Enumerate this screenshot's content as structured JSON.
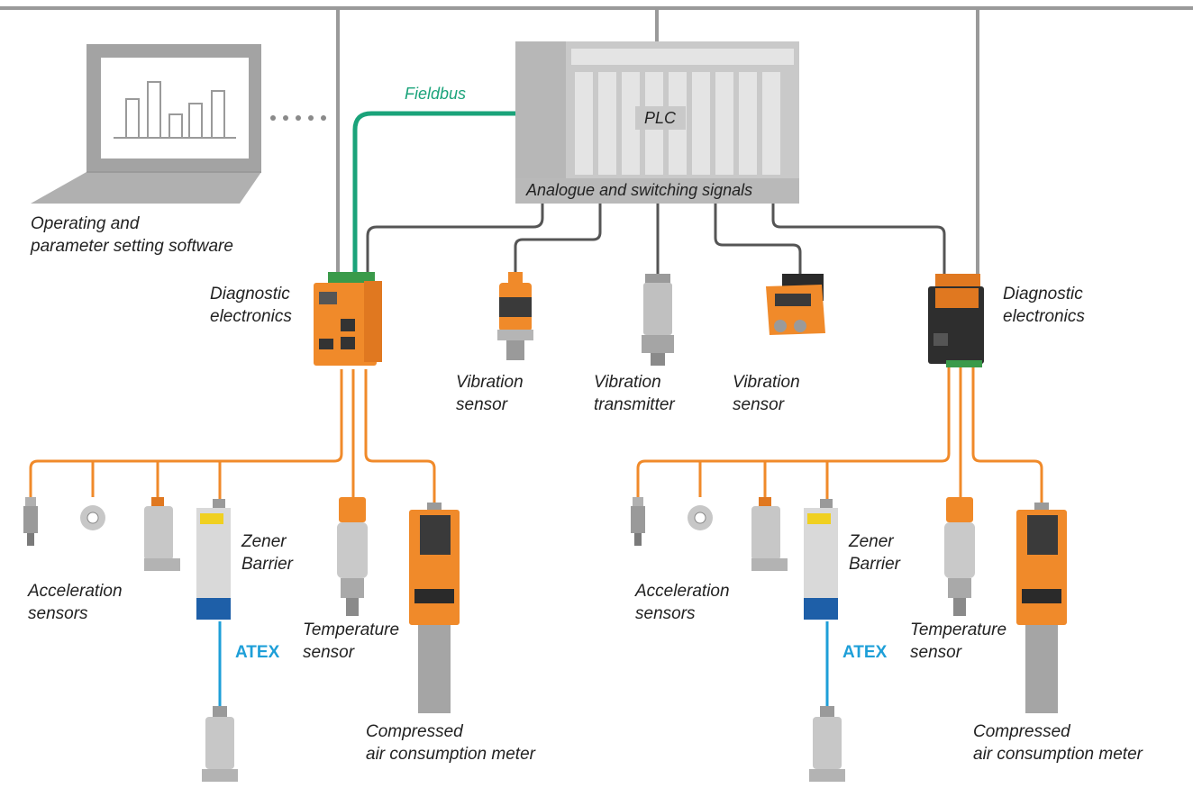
{
  "labels": {
    "fieldbus": "Fieldbus",
    "plc": "PLC",
    "analogue_signals": "Analogue and switching signals",
    "software_line1": "Operating and",
    "software_line2": "parameter setting software",
    "diag_left_line1": "Diagnostic",
    "diag_left_line2": "electronics",
    "diag_right_line1": "Diagnostic",
    "diag_right_line2": "electronics",
    "vib_sensor_1_line1": "Vibration",
    "vib_sensor_1_line2": "sensor",
    "vib_transmitter_line1": "Vibration",
    "vib_transmitter_line2": "transmitter",
    "vib_sensor_2_line1": "Vibration",
    "vib_sensor_2_line2": "sensor",
    "left_group": {
      "accel_line1": "Acceleration",
      "accel_line2": "sensors",
      "zener_line1": "Zener",
      "zener_line2": "Barrier",
      "atex": "ATEX",
      "temp_line1": "Temperature",
      "temp_line2": "sensor",
      "air_line1": "Compressed",
      "air_line2": "air consumption meter"
    },
    "right_group": {
      "accel_line1": "Acceleration",
      "accel_line2": "sensors",
      "zener_line1": "Zener",
      "zener_line2": "Barrier",
      "atex": "ATEX",
      "temp_line1": "Temperature",
      "temp_line2": "sensor",
      "air_line1": "Compressed",
      "air_line2": "air consumption meter"
    }
  },
  "colors": {
    "bus_grey": "#9a9a9a",
    "signal_dark": "#555555",
    "fieldbus_green": "#1aa37a",
    "sensor_orange": "#f08a2a",
    "atex_blue": "#1e9fd8",
    "plc_grey": "#c9c9c9"
  }
}
